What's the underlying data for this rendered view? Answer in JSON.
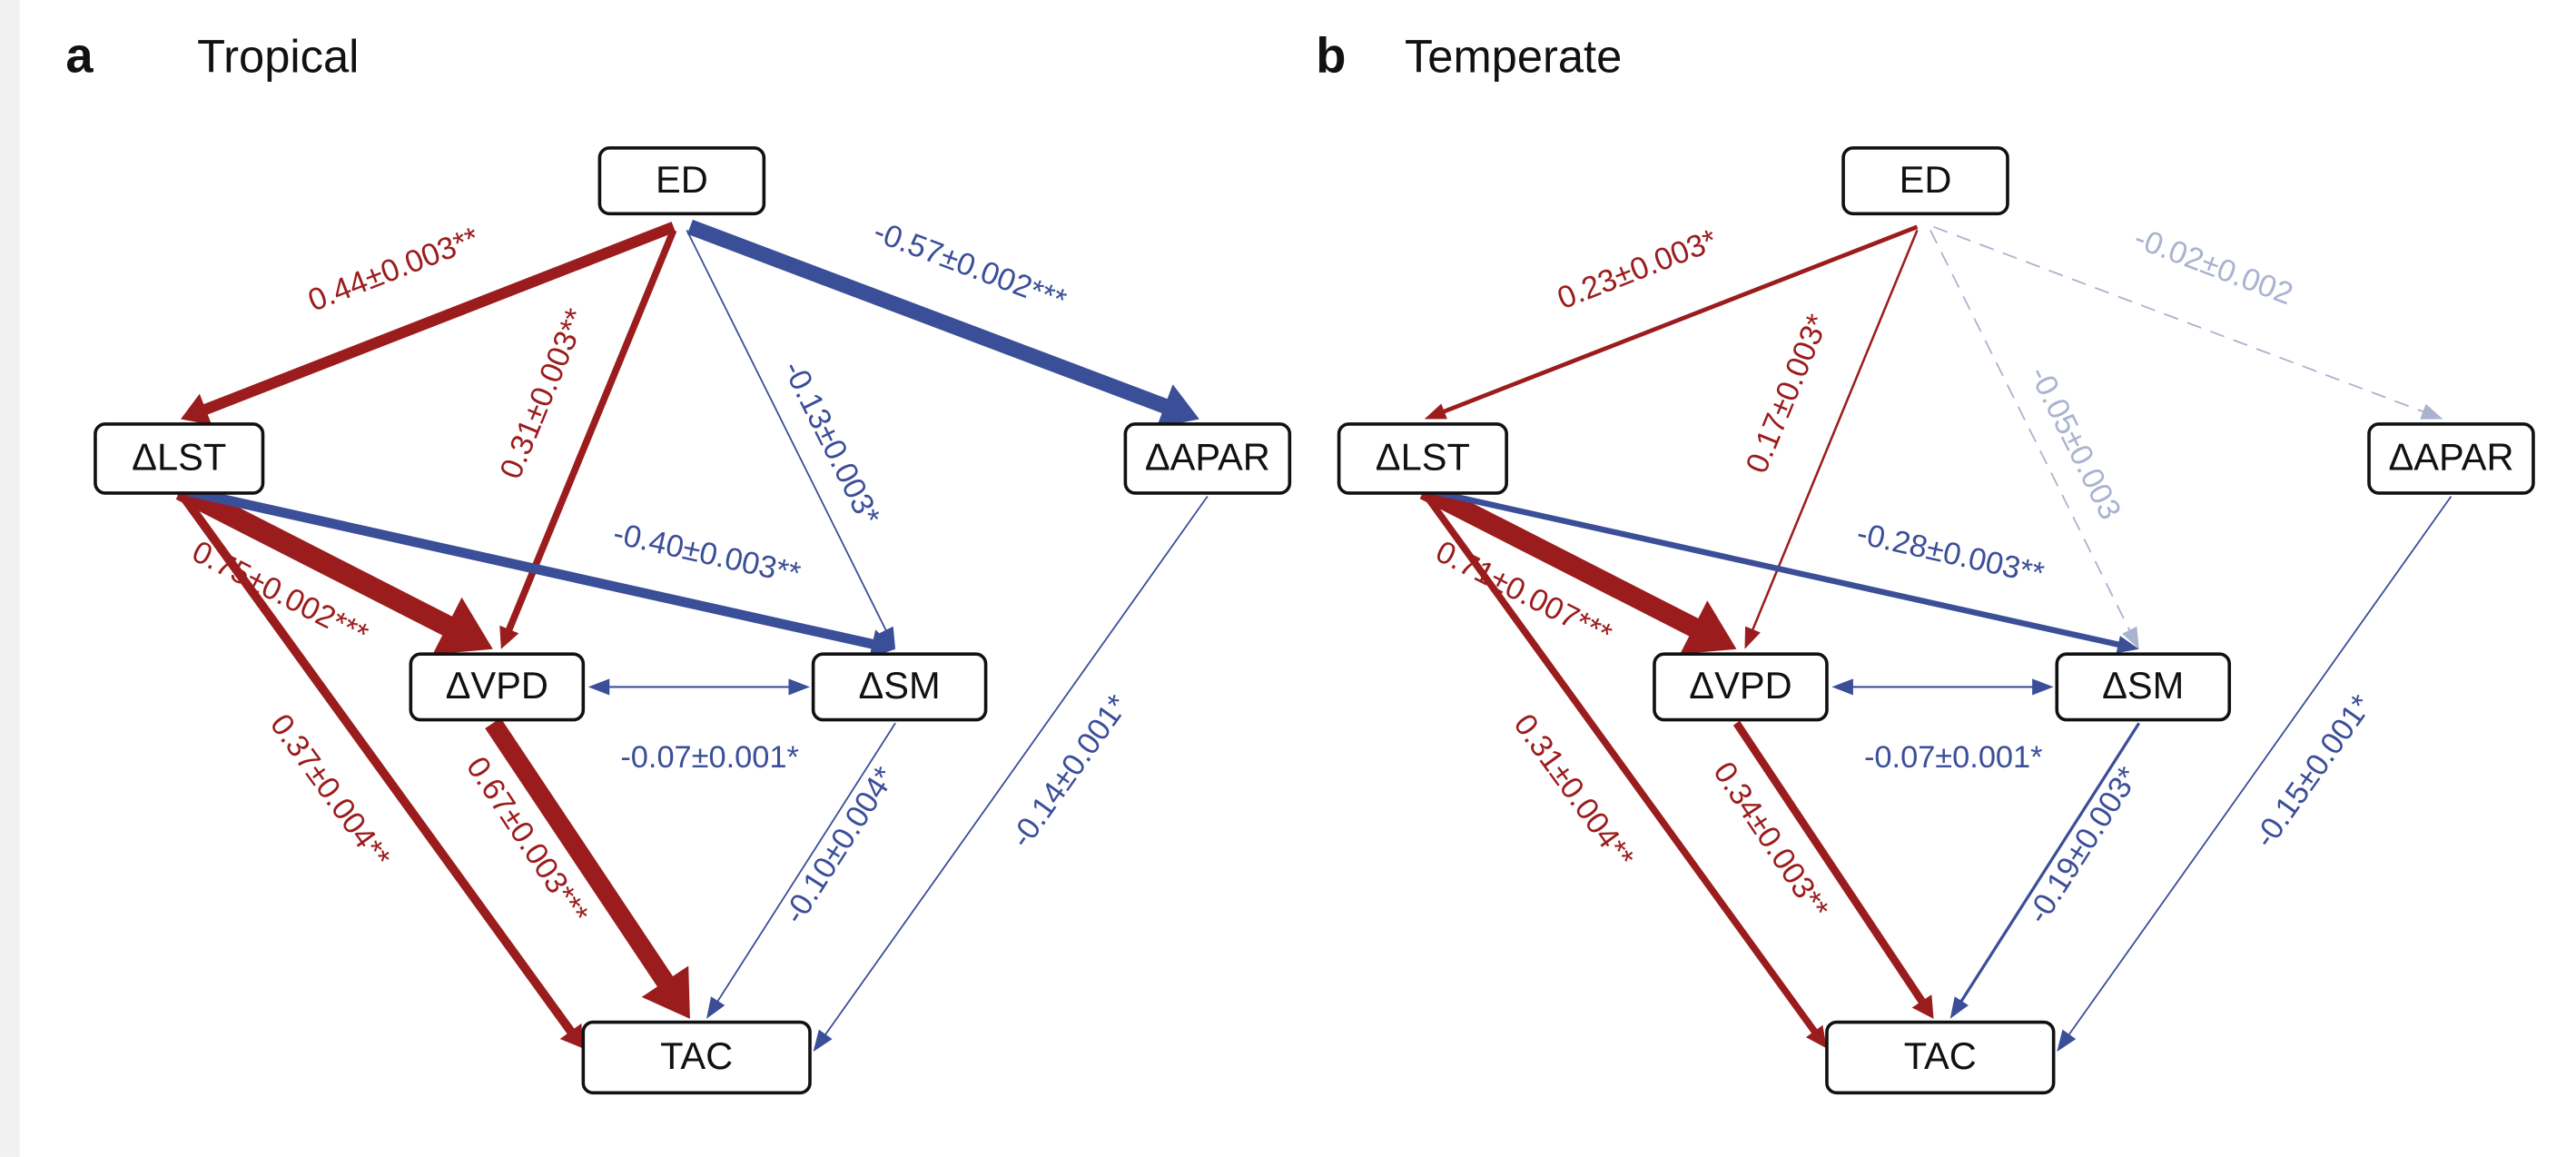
{
  "colors": {
    "positive": "#9b1c1c",
    "negative": "#3b4e98",
    "nonsignificant": "#a9b3cf"
  },
  "nodes": {
    "ED": "ED",
    "LST": "ΔLST",
    "APAR": "ΔAPAR",
    "VPD": "ΔVPD",
    "SM": "ΔSM",
    "TAC": "TAC"
  },
  "panels": [
    {
      "letter": "a",
      "title": "Tropical",
      "edges": [
        {
          "from": "ED",
          "to": "LST",
          "coef": 0.44,
          "label": "0.44±0.003**",
          "significant": true
        },
        {
          "from": "ED",
          "to": "VPD",
          "coef": 0.31,
          "label": "0.31±0.003**",
          "significant": true
        },
        {
          "from": "ED",
          "to": "SM",
          "coef": -0.13,
          "label": "-0.13±0.003*",
          "significant": true
        },
        {
          "from": "ED",
          "to": "APAR",
          "coef": -0.57,
          "label": "-0.57±0.002***",
          "significant": true
        },
        {
          "from": "LST",
          "to": "VPD",
          "coef": 0.75,
          "label": "0.75±0.002***",
          "significant": true
        },
        {
          "from": "LST",
          "to": "SM",
          "coef": -0.4,
          "label": "-0.40±0.003**",
          "significant": true
        },
        {
          "from": "LST",
          "to": "TAC",
          "coef": 0.37,
          "label": "0.37±0.004**",
          "significant": true
        },
        {
          "from": "VPD",
          "to": "TAC",
          "coef": 0.67,
          "label": "0.67±0.003***",
          "significant": true
        },
        {
          "from": "SM",
          "to": "TAC",
          "coef": -0.1,
          "label": "-0.10±0.004*",
          "significant": true
        },
        {
          "from": "APAR",
          "to": "TAC",
          "coef": -0.14,
          "label": "-0.14±0.001*",
          "significant": true
        },
        {
          "from": "VPD",
          "to": "SM",
          "coef": -0.07,
          "label": "-0.07±0.001*",
          "significant": true,
          "bidirectional": true
        }
      ]
    },
    {
      "letter": "b",
      "title": "Temperate",
      "edges": [
        {
          "from": "ED",
          "to": "LST",
          "coef": 0.23,
          "label": "0.23±0.003*",
          "significant": true
        },
        {
          "from": "ED",
          "to": "VPD",
          "coef": 0.17,
          "label": "0.17±0.003*",
          "significant": true
        },
        {
          "from": "ED",
          "to": "SM",
          "coef": -0.05,
          "label": "-0.05±0.003",
          "significant": false
        },
        {
          "from": "ED",
          "to": "APAR",
          "coef": -0.02,
          "label": "-0.02±0.002",
          "significant": false
        },
        {
          "from": "LST",
          "to": "VPD",
          "coef": 0.71,
          "label": "0.71±0.007***",
          "significant": true
        },
        {
          "from": "LST",
          "to": "SM",
          "coef": -0.28,
          "label": "-0.28±0.003**",
          "significant": true
        },
        {
          "from": "LST",
          "to": "TAC",
          "coef": 0.31,
          "label": "0.31±0.004**",
          "significant": true
        },
        {
          "from": "VPD",
          "to": "TAC",
          "coef": 0.34,
          "label": "0.34±0.003**",
          "significant": true
        },
        {
          "from": "SM",
          "to": "TAC",
          "coef": -0.19,
          "label": "-0.19±0.003*",
          "significant": true
        },
        {
          "from": "APAR",
          "to": "TAC",
          "coef": -0.15,
          "label": "-0.15±0.001*",
          "significant": true
        },
        {
          "from": "VPD",
          "to": "SM",
          "coef": -0.07,
          "label": "-0.07±0.001*",
          "significant": true,
          "bidirectional": true
        }
      ]
    }
  ]
}
